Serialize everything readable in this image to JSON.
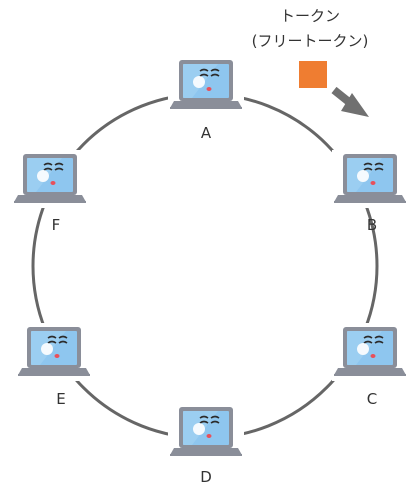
{
  "token": {
    "title": "トークン",
    "subtitle": "(フリートークン)",
    "color": "#ef7d31",
    "arrow_color": "#707070"
  },
  "ring_color": "#666666",
  "laptop_colors": {
    "body": "#8a8e99",
    "screen": "#8ec6ef",
    "screen_glare": "#b4dcf7",
    "face": "#2c2c2c",
    "mouth": "#e8505b"
  },
  "nodes": [
    {
      "id": "A",
      "label": "A"
    },
    {
      "id": "B",
      "label": "B"
    },
    {
      "id": "C",
      "label": "C"
    },
    {
      "id": "D",
      "label": "D"
    },
    {
      "id": "E",
      "label": "E"
    },
    {
      "id": "F",
      "label": "F"
    }
  ]
}
